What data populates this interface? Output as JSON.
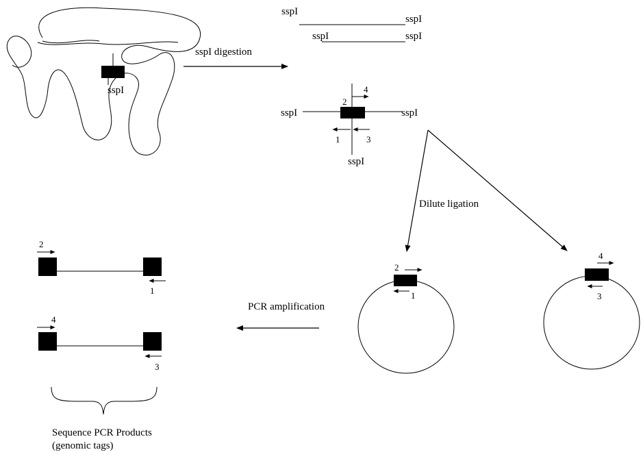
{
  "labels": {
    "ssp1": "sspI",
    "digestion": "sspI digestion",
    "dilute_ligation": "Dilute ligation",
    "pcr_amplification": "PCR amplification",
    "sequence_line1": "Sequence PCR Products",
    "sequence_line2": "(genomic tags)"
  },
  "primers": {
    "p1": "1",
    "p2": "2",
    "p3": "3",
    "p4": "4"
  }
}
